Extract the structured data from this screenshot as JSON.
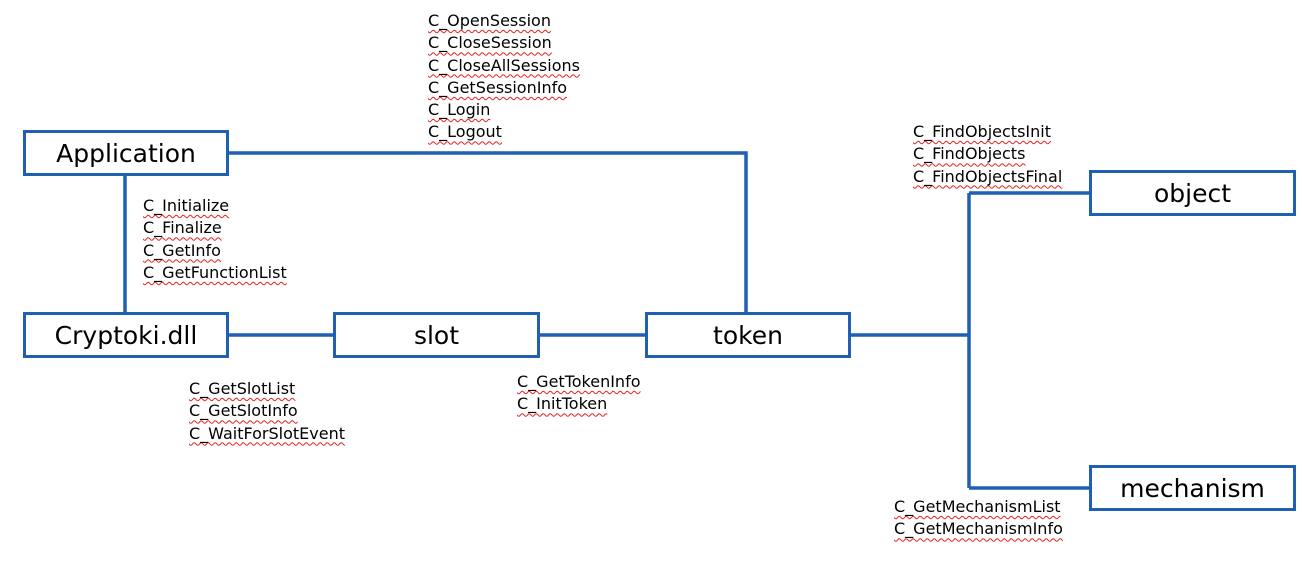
{
  "colors": {
    "line": "#1f5fb4",
    "box_border": "#1f5fb4",
    "spell_underline": "#e02020"
  },
  "nodes": {
    "application": "Application",
    "cryptoki": "Cryptoki.dll",
    "slot": "slot",
    "token": "token",
    "object": "object",
    "mechanism": "mechanism"
  },
  "functions": {
    "session": [
      "C_OpenSession",
      "C_CloseSession",
      "C_CloseAllSessions",
      "C_GetSessionInfo",
      "C_Login",
      "C_Logout"
    ],
    "general": [
      "C_Initialize",
      "C_Finalize",
      "C_GetInfo",
      "C_GetFunctionList"
    ],
    "slot": [
      "C_GetSlotList",
      "C_GetSlotInfo",
      "C_WaitForSlotEvent"
    ],
    "token": [
      "C_GetTokenInfo",
      "C_InitToken"
    ],
    "object": [
      "C_FindObjectsInit",
      "C_FindObjects",
      "C_FindObjectsFinal"
    ],
    "mechanism": [
      "C_GetMechanismList",
      "C_GetMechanismInfo"
    ]
  }
}
